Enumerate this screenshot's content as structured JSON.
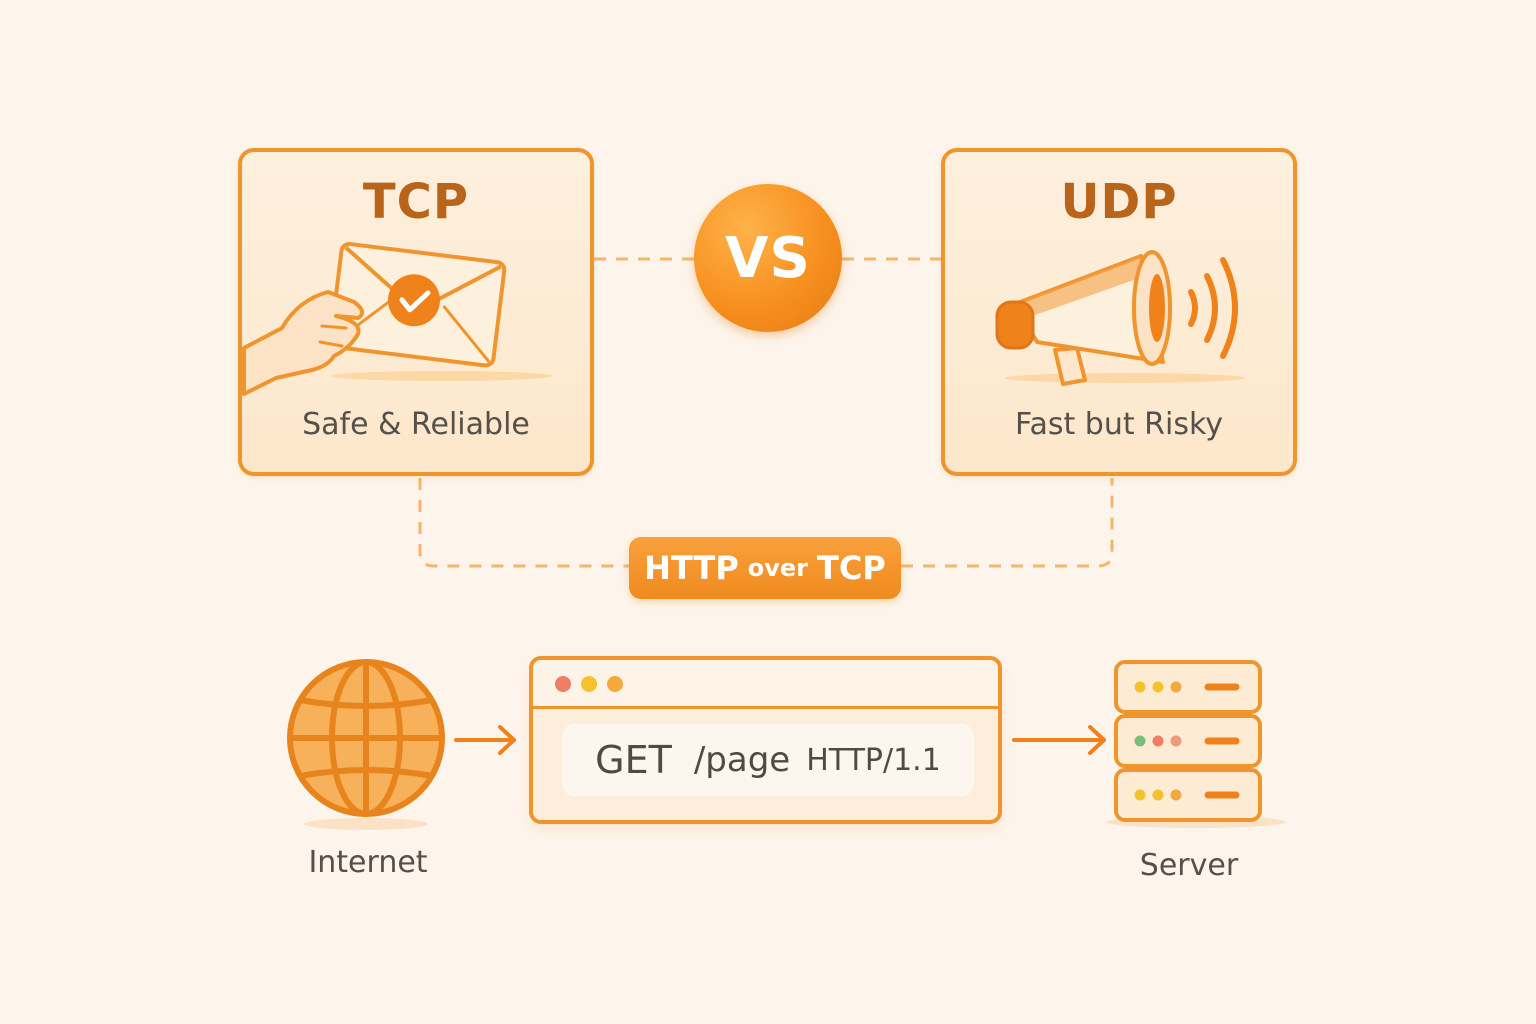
{
  "diagram": {
    "vs_label": "VS",
    "tcp": {
      "title": "TCP",
      "caption": "Safe & Reliable"
    },
    "udp": {
      "title": "UDP",
      "caption": "Fast but Risky"
    },
    "connector_label": {
      "main_left": "HTTP",
      "middle": "over",
      "main_right": "TCP"
    },
    "request": {
      "method": "GET",
      "path": "/page",
      "version": "HTTP/1.1"
    },
    "internet_label": "Internet",
    "server_label": "Server"
  },
  "colors": {
    "accent": "#f0942e",
    "accent_dark": "#b8641a",
    "background": "#fdf5ec",
    "card_fill": "#fde7cb",
    "text": "#555049"
  },
  "icons": [
    "hand-envelope-check-icon",
    "megaphone-icon",
    "sound-waves-icon",
    "globe-icon",
    "server-rack-icon",
    "arrow-right-icon"
  ]
}
